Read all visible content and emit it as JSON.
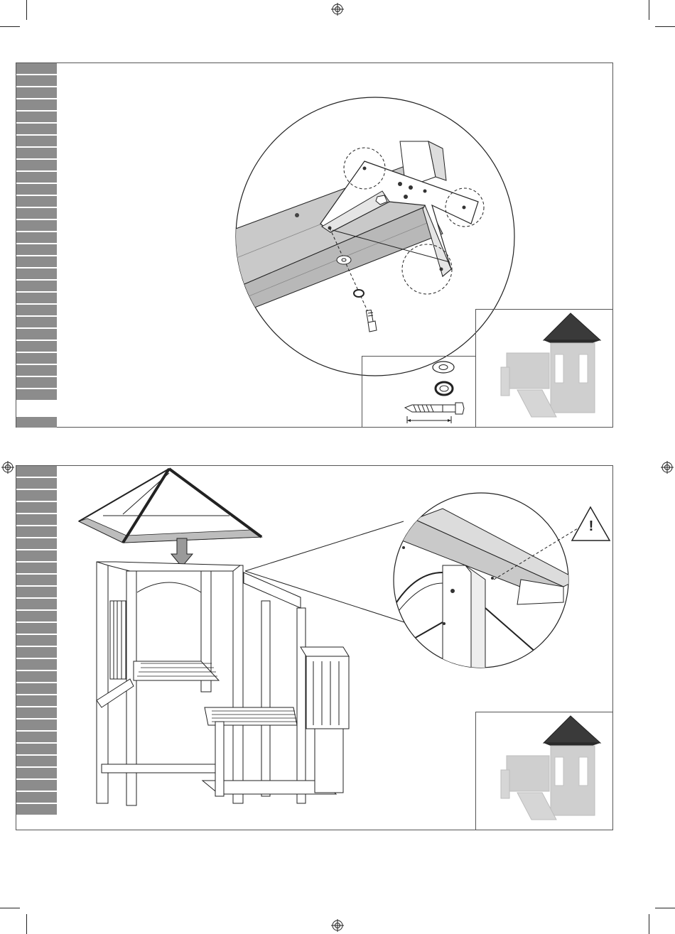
{
  "page": {
    "type": "assembly-instructions"
  },
  "step_1": {
    "panel": "detail-bracket",
    "hardware": [
      "washer",
      "spring-washer",
      "lag-screw"
    ],
    "preview_icon": "playtower-roof-highlight-icon"
  },
  "step_2": {
    "panel": "roof-mount",
    "warning_symbol": "!",
    "preview_icon": "playtower-roof-highlight-icon"
  },
  "colors": {
    "frame": "#555555",
    "strip": "#8c8c8c",
    "roof": "#3a3a3a",
    "preview_gray": "#c8c8c8",
    "line": "#222222"
  }
}
